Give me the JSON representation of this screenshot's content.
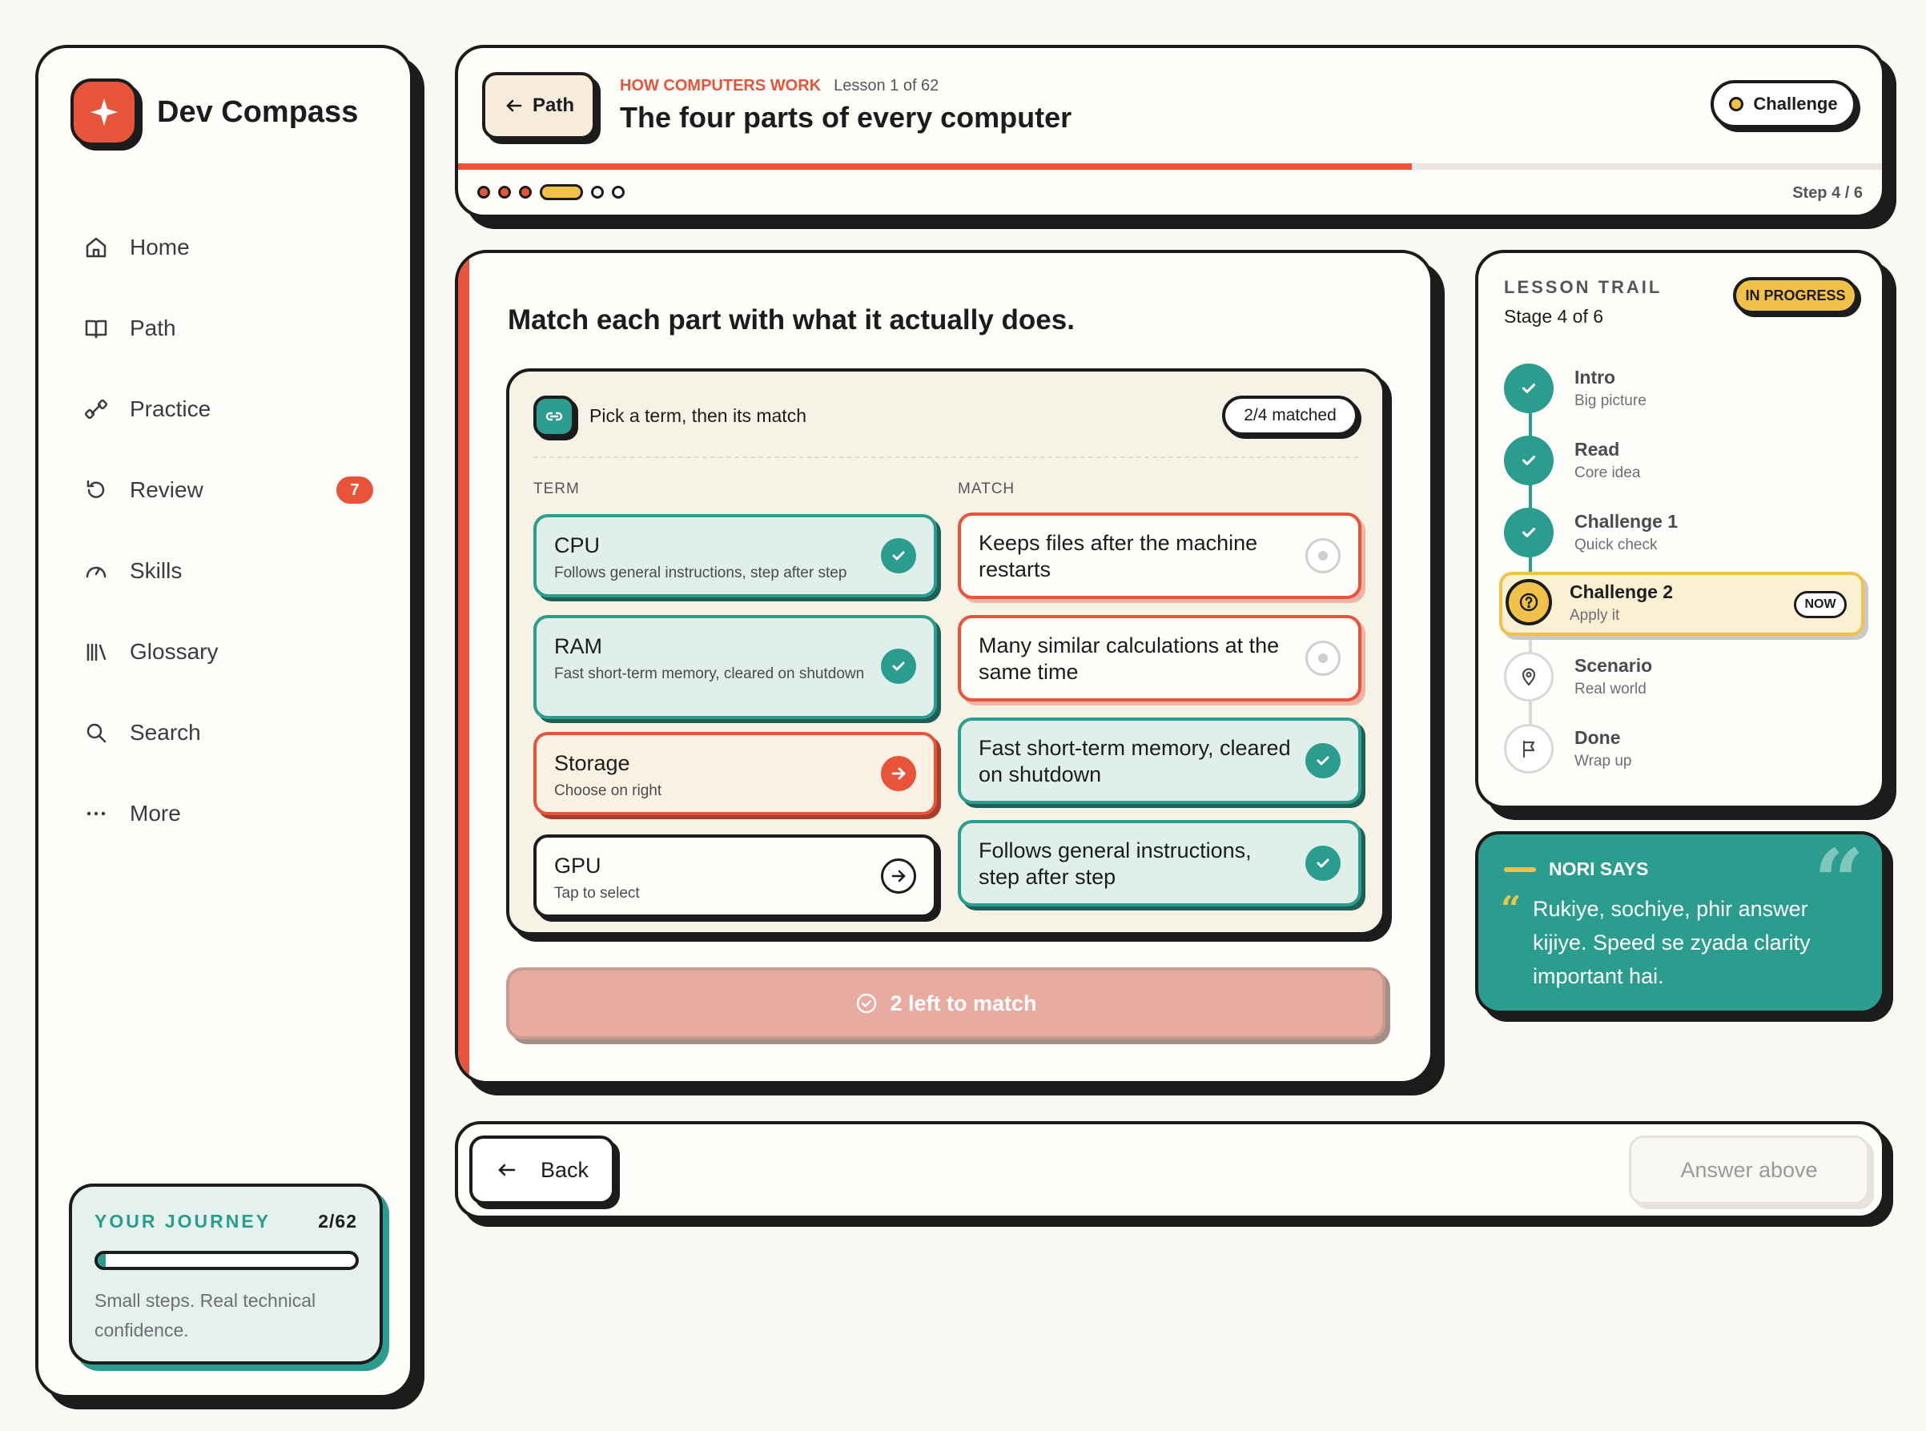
{
  "brand": {
    "title": "Dev Compass",
    "logo_icon": "sparkle-icon",
    "accent": "#e8543a"
  },
  "nav": {
    "items": [
      {
        "label": "Home",
        "icon": "home-icon"
      },
      {
        "label": "Path",
        "icon": "book-icon"
      },
      {
        "label": "Practice",
        "icon": "dumbbell-icon"
      },
      {
        "label": "Review",
        "icon": "refresh-icon",
        "badge": "7"
      },
      {
        "label": "Skills",
        "icon": "gauge-icon"
      },
      {
        "label": "Glossary",
        "icon": "library-icon"
      },
      {
        "label": "Search",
        "icon": "search-icon"
      },
      {
        "label": "More",
        "icon": "more-icon"
      }
    ]
  },
  "journey": {
    "label": "YOUR JOURNEY",
    "count": "2/62",
    "progress_fraction": 0.03,
    "text": "Small steps. Real technical confidence."
  },
  "header": {
    "path_label": "Path",
    "course": "HOW COMPUTERS WORK",
    "lesson": "Lesson 1 of 62",
    "title": "The four parts of every computer",
    "challenge_label": "Challenge",
    "progress_fraction": 0.67,
    "step_label": "Step 4 / 6",
    "steps": [
      "done",
      "done",
      "done",
      "current",
      "todo",
      "todo"
    ]
  },
  "question": {
    "prompt": "Match each part with what it actually does.",
    "instruction": "Pick a term, then its match",
    "matched_count": "2/4 matched",
    "term_header": "TERM",
    "match_header": "MATCH",
    "terms": [
      {
        "title": "CPU",
        "desc": "Follows general instructions, step after step",
        "state": "matched"
      },
      {
        "title": "RAM",
        "desc": "Fast short-term memory, cleared on shutdown",
        "state": "matched"
      },
      {
        "title": "Storage",
        "desc": "Choose on right",
        "state": "active"
      },
      {
        "title": "GPU",
        "desc": "Tap to select",
        "state": "plain"
      }
    ],
    "matches": [
      {
        "text": "Keeps files after the machine restarts",
        "state": "open"
      },
      {
        "text": "Many similar calculations at the same time",
        "state": "open"
      },
      {
        "text": "Fast short-term memory, cleared on shutdown",
        "state": "matched"
      },
      {
        "text": "Follows general instructions, step after step",
        "state": "matched"
      }
    ],
    "submit_label": "2 left to match"
  },
  "trail": {
    "label": "LESSON TRAIL",
    "stage_label": "Stage 4 of 6",
    "badge": "IN PROGRESS",
    "stages": [
      {
        "name": "Intro",
        "sub": "Big picture",
        "state": "done"
      },
      {
        "name": "Read",
        "sub": "Core idea",
        "state": "done"
      },
      {
        "name": "Challenge 1",
        "sub": "Quick check",
        "state": "done"
      },
      {
        "name": "Challenge 2",
        "sub": "Apply it",
        "state": "now",
        "pill": "NOW"
      },
      {
        "name": "Scenario",
        "sub": "Real world",
        "state": "todo"
      },
      {
        "name": "Done",
        "sub": "Wrap up",
        "state": "todo"
      }
    ]
  },
  "nori": {
    "label": "NORI SAYS",
    "text": "Rukiye, sochiye, phir answer kijiye. Speed se zyada clarity important hai."
  },
  "footer": {
    "back_label": "Back",
    "answer_label": "Answer above"
  },
  "colors": {
    "teal": "#2a9d8f",
    "coral": "#e8543a",
    "yellow": "#f1c14a",
    "ink": "#1c1c1c"
  }
}
